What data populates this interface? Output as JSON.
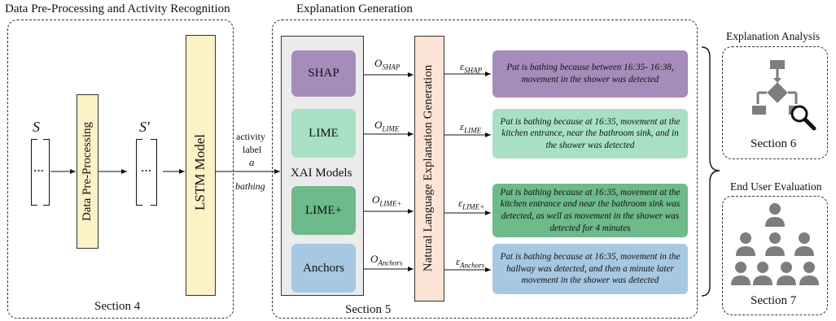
{
  "section_titles": {
    "preprocessing": "Data Pre-Processing and Activity Recognition",
    "generation": "Explanation Generation",
    "analysis": "Explanation Analysis",
    "evaluation": "End User Evaluation"
  },
  "section_labels": {
    "s4": "Section 4",
    "s5": "Section 5",
    "s6": "Section 6",
    "s7": "Section 7"
  },
  "symbols": {
    "input": "S",
    "processed": "S′",
    "ellipsis": "···",
    "activity_label": [
      "activity",
      "label"
    ],
    "activity_var": "a",
    "activity_value": "bathing"
  },
  "stages": {
    "preprocessing": "Data Pre-Processing",
    "lstm": "LSTM Model",
    "nlg": "Natural Language Explanation Generation",
    "xai_group": "XAI Models"
  },
  "models": [
    {
      "name": "SHAP",
      "output_var": "O",
      "output_sub": "SHAP",
      "eps": "ε",
      "eps_sub": "SHAP",
      "color": "#a68cbb"
    },
    {
      "name": "LIME",
      "output_var": "O",
      "output_sub": "LIME",
      "eps": "ε",
      "eps_sub": "LIME",
      "color": "#a8e0c3"
    },
    {
      "name": "LIME+",
      "output_var": "O",
      "output_sub": "LIME+",
      "eps": "ε",
      "eps_sub": "LIME+",
      "color": "#6dba8a"
    },
    {
      "name": "Anchors",
      "output_var": "O",
      "output_sub": "Anchors",
      "eps": "ε",
      "eps_sub": "Anchors",
      "color": "#a6c8e2"
    }
  ],
  "explanations": [
    "Pat is bathing because between 16:35- 16:38, movement in the shower was detected",
    "Pat is bathing because at 16:35, movement at the kitchen entrance, near the bathroom sink, and in the shower was detected",
    "Pat is bathing because at 16:35, movement at the kitchen entrance and near the bathroom sink was detected, as well as movement in the shower was detected for 4 minutes",
    "Pat is bathing because at 16:35, movement in the hallway was detected, and then a minute later movement in the shower was detected"
  ],
  "colors": {
    "stage_fill": "#fdf2c5",
    "stage_border": "#333333",
    "nlg_fill": "#fde3d4",
    "xai_group_fill": "#ebebeb",
    "icon_gray": "#7d7d7d"
  },
  "icons": {
    "analysis": "flowchart-search-icon",
    "evaluation": "user-group-icon"
  }
}
